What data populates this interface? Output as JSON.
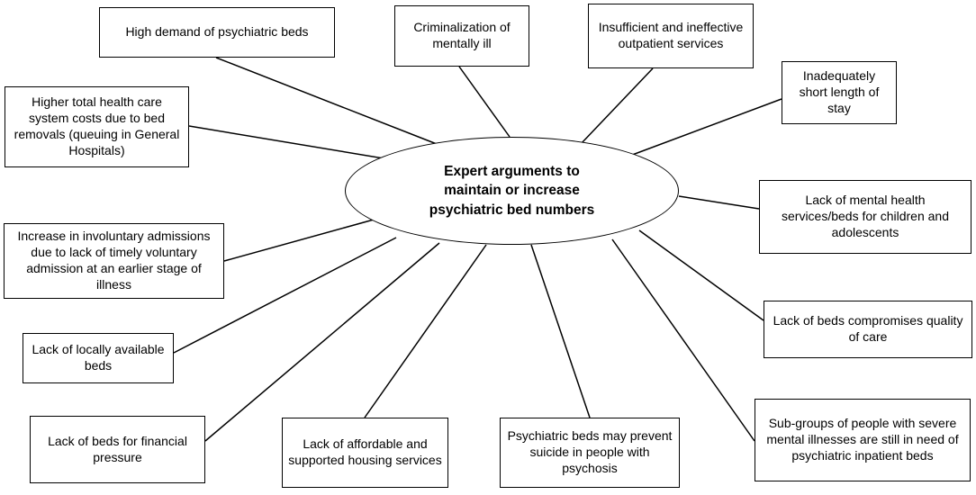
{
  "center": {
    "line1": "Expert arguments to",
    "line2": "maintain or increase",
    "line3": "psychiatric bed numbers"
  },
  "arguments": [
    "High demand of psychiatric beds",
    "Criminalization of mentally ill",
    "Insufficient and ineffective outpatient services",
    "Inadequately short length of stay",
    "Higher total health care system costs due to bed removals (queuing in General Hospitals)",
    "Lack of mental health services/beds for children and adolescents",
    "Increase in involuntary admissions due to lack of timely voluntary admission at an earlier stage of illness",
    "Lack of beds compromises quality of care",
    "Lack of locally available beds",
    "Sub-groups of people with severe mental illnesses are still in need of psychiatric inpatient beds",
    "Lack of beds for financial pressure",
    "Lack of affordable and supported housing services",
    "Psychiatric beds may prevent suicide in people with psychosis"
  ]
}
